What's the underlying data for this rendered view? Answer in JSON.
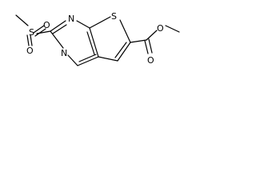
{
  "structure": {
    "atoms": {
      "s_sulfonyl": "S",
      "o_sulfonyl_top": "O",
      "o_sulfonyl_bottom": "O",
      "n_ring_top": "N",
      "n_ring_bottom": "N",
      "s_thiophene": "S",
      "o_carbonyl": "O",
      "o_ester": "O"
    }
  }
}
